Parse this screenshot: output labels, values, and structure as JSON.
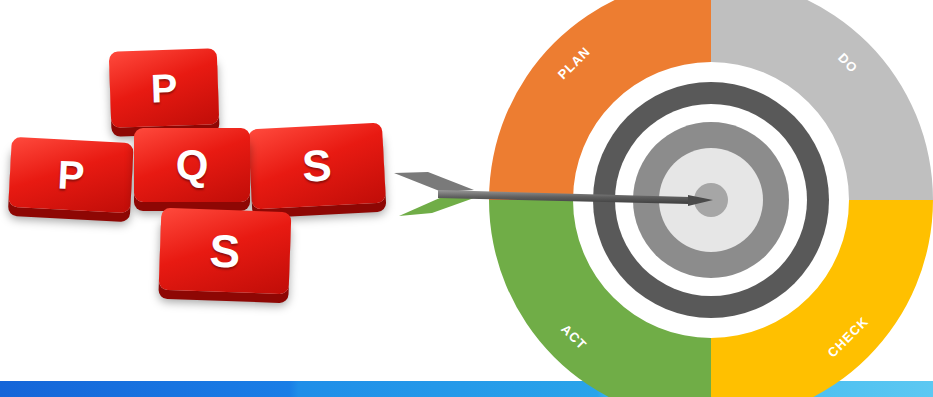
{
  "diagram": {
    "nodes": [
      {
        "text": [
          "P"
        ]
      },
      {
        "text": [
          "P"
        ]
      },
      {
        "text": [
          "Q"
        ]
      },
      {
        "text": [
          "S"
        ]
      },
      {
        "text": [
          "S"
        ]
      },
      {
        "text": [
          "PLAN"
        ]
      },
      {
        "text": [
          "DO"
        ]
      },
      {
        "text": [
          "ACT"
        ]
      },
      {
        "text": [
          "CHECK"
        ]
      }
    ]
  }
}
